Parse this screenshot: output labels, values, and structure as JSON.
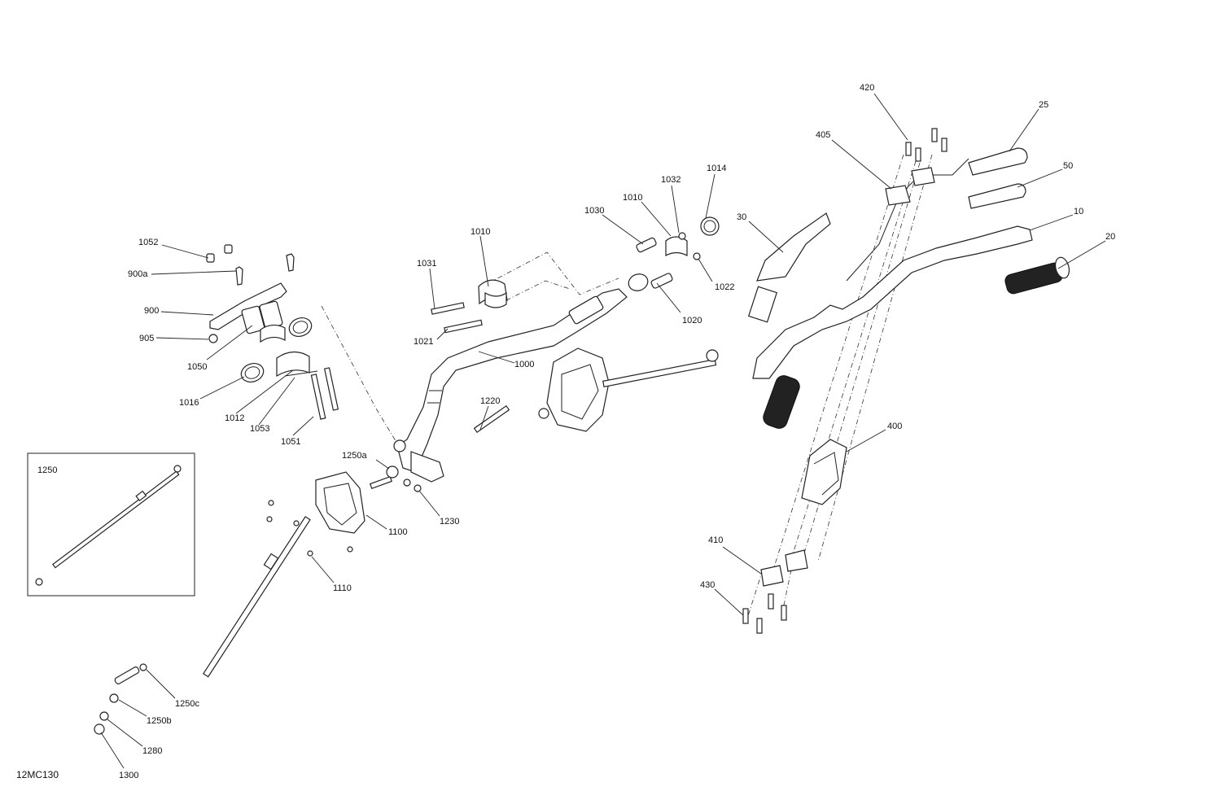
{
  "diagram": {
    "drawing_code": "12MC130",
    "inset_label": "1250",
    "callouts": [
      {
        "id": "c420",
        "text": "420"
      },
      {
        "id": "c25",
        "text": "25"
      },
      {
        "id": "c405",
        "text": "405"
      },
      {
        "id": "c50",
        "text": "50"
      },
      {
        "id": "c1014",
        "text": "1014"
      },
      {
        "id": "c1032",
        "text": "1032"
      },
      {
        "id": "c10",
        "text": "10"
      },
      {
        "id": "c30",
        "text": "30"
      },
      {
        "id": "c20",
        "text": "20"
      },
      {
        "id": "c1010a",
        "text": "1010"
      },
      {
        "id": "c1030",
        "text": "1030"
      },
      {
        "id": "c1010b",
        "text": "1010"
      },
      {
        "id": "c1052",
        "text": "1052"
      },
      {
        "id": "c1031",
        "text": "1031"
      },
      {
        "id": "c900a",
        "text": "900a"
      },
      {
        "id": "c1022",
        "text": "1022"
      },
      {
        "id": "c900",
        "text": "900"
      },
      {
        "id": "c1020",
        "text": "1020"
      },
      {
        "id": "c905",
        "text": "905"
      },
      {
        "id": "c1021",
        "text": "1021"
      },
      {
        "id": "c1050",
        "text": "1050"
      },
      {
        "id": "c1000",
        "text": "1000"
      },
      {
        "id": "c1016",
        "text": "1016"
      },
      {
        "id": "c1220",
        "text": "1220"
      },
      {
        "id": "c1012",
        "text": "1012"
      },
      {
        "id": "c1053",
        "text": "1053"
      },
      {
        "id": "c400",
        "text": "400"
      },
      {
        "id": "c1051",
        "text": "1051"
      },
      {
        "id": "c1250a",
        "text": "1250a"
      },
      {
        "id": "c1230",
        "text": "1230"
      },
      {
        "id": "c1100",
        "text": "1100"
      },
      {
        "id": "c410",
        "text": "410"
      },
      {
        "id": "c1110",
        "text": "1110"
      },
      {
        "id": "c430",
        "text": "430"
      },
      {
        "id": "c1250c",
        "text": "1250c"
      },
      {
        "id": "c1250b",
        "text": "1250b"
      },
      {
        "id": "c1280",
        "text": "1280"
      },
      {
        "id": "c1300",
        "text": "1300"
      }
    ]
  }
}
